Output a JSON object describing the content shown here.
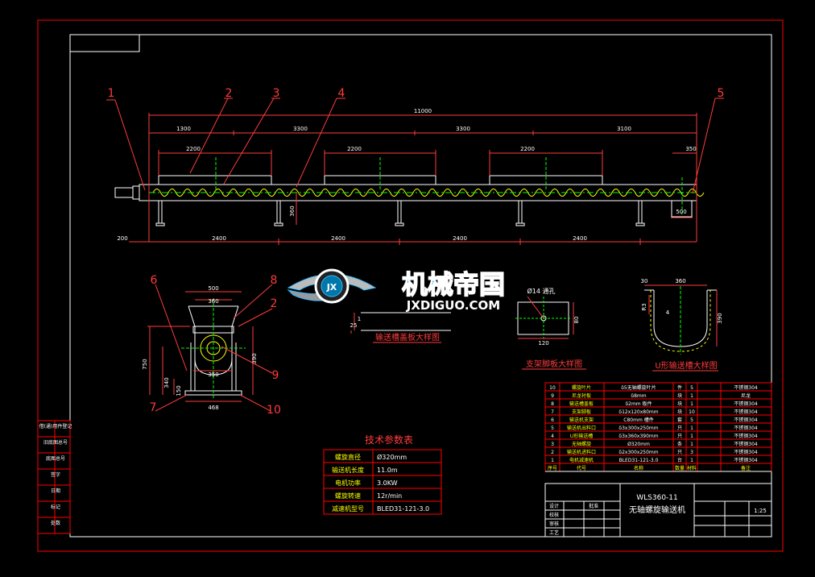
{
  "colors": {
    "frame": "#ff0000",
    "outline": "#ffffff",
    "spiral": "#ffff00",
    "dim": "#ff3b3b",
    "center": "#00ff00",
    "bg": "#000000",
    "logo": "#33bbff"
  },
  "watermark": {
    "main": "机械帝国",
    "sub": "JXDIGUO.COM",
    "badge": "JX"
  },
  "callouts": [
    "1",
    "2",
    "3",
    "4",
    "5",
    "6",
    "8",
    "2",
    "9",
    "7",
    "10"
  ],
  "top_dims": {
    "total": "11000",
    "segments": [
      "1300",
      "3300",
      "3300",
      "3100"
    ],
    "inner": [
      "2200",
      "2200",
      "2200"
    ],
    "end": "350",
    "offset": "200",
    "bottom": [
      "2400",
      "2400",
      "2400",
      "2400"
    ],
    "height": "360",
    "foot": "500"
  },
  "section_dims": {
    "top": "500",
    "inner": "360",
    "h1": "750",
    "h2": "340",
    "h3": "150",
    "right": "390",
    "base": "350",
    "bottom": "468"
  },
  "detail1": {
    "title": "输送槽盖板大样图",
    "dims": [
      "25",
      "1"
    ]
  },
  "detail2": {
    "title": "支架脚板大样图",
    "hole": "Ø14 通孔",
    "w": "120",
    "h": "80"
  },
  "detail3": {
    "title": "U形输送槽大样图",
    "d1": "30",
    "d2": "360",
    "d3": "4",
    "d4": "R3",
    "d5": "390"
  },
  "tech": {
    "title": "技术参数表",
    "rows": [
      [
        "螺旋直径",
        "Ø320mm"
      ],
      [
        "输送机长度",
        "11.0m"
      ],
      [
        "电机功率",
        "3.0KW"
      ],
      [
        "螺旋转速",
        "12r/min"
      ],
      [
        "减速机型号",
        "BLED31-121-3.0"
      ]
    ]
  },
  "bom": {
    "rows": [
      [
        "10",
        "螺旋叶片",
        "δ5无轴螺旋叶片",
        "件",
        "5",
        "不锈钢304"
      ],
      [
        "9",
        "尼龙衬板",
        "δ8mm",
        "块",
        "1",
        "尼龙"
      ],
      [
        "8",
        "输送槽盖板",
        "δ2mm 板件",
        "块",
        "1",
        "不锈钢304"
      ],
      [
        "7",
        "支架脚板",
        "δ12x120x80mm",
        "块",
        "10",
        "不锈钢304"
      ],
      [
        "6",
        "输送机支架",
        "C80mm 槽件",
        "套",
        "5",
        "不锈钢304"
      ],
      [
        "5",
        "输送机出料口",
        "δ3x300x250mm",
        "只",
        "1",
        "不锈钢304"
      ],
      [
        "4",
        "U形输送槽",
        "δ3x360x390mm",
        "只",
        "1",
        "不锈钢304"
      ],
      [
        "3",
        "无轴螺旋",
        "Ø320mm",
        "条",
        "1",
        "不锈钢304"
      ],
      [
        "2",
        "输送机进料口",
        "δ2x300x250mm",
        "只",
        "3",
        "不锈钢304"
      ],
      [
        "1",
        "电机减速机",
        "BLED31-121-3.0",
        "台",
        "1",
        "不锈钢304"
      ]
    ],
    "header": [
      "序号",
      "代号",
      "名称",
      "数量",
      "材料",
      "备注"
    ]
  },
  "title_block": {
    "model": "WLS360-11",
    "name": "无轴螺旋输送机",
    "scale": "1:25",
    "labels": [
      "设计",
      "校核",
      "审核",
      "工艺",
      "批准"
    ]
  },
  "side_labels": [
    "借(通)用件登记",
    "旧底图总号",
    "底图总号",
    "签字",
    "日期",
    "标记",
    "处数"
  ]
}
